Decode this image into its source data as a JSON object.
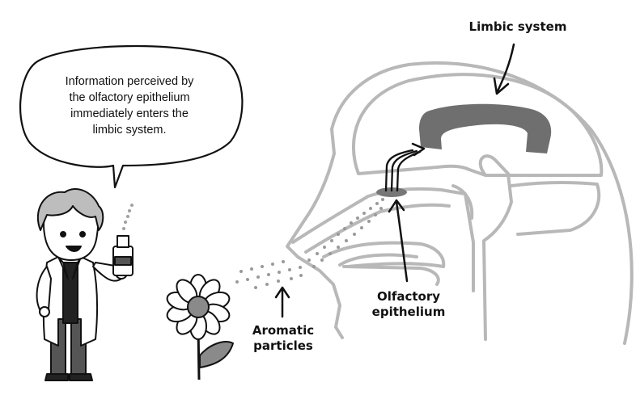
{
  "speech_bubble": {
    "lines": [
      "Information perceived by",
      "the olfactory epithelium",
      "immediately enters the",
      "limbic system."
    ]
  },
  "labels": {
    "limbic_system": "Limbic system",
    "olfactory_epithelium": [
      "Olfactory",
      "epithelium"
    ],
    "aromatic_particles": [
      "Aromatic",
      "particles"
    ]
  },
  "colors": {
    "outline": "#b5b5b5",
    "limbic": "#6f6f6f",
    "ink": "#111111",
    "flower_leaf": "#8a8a8a"
  }
}
